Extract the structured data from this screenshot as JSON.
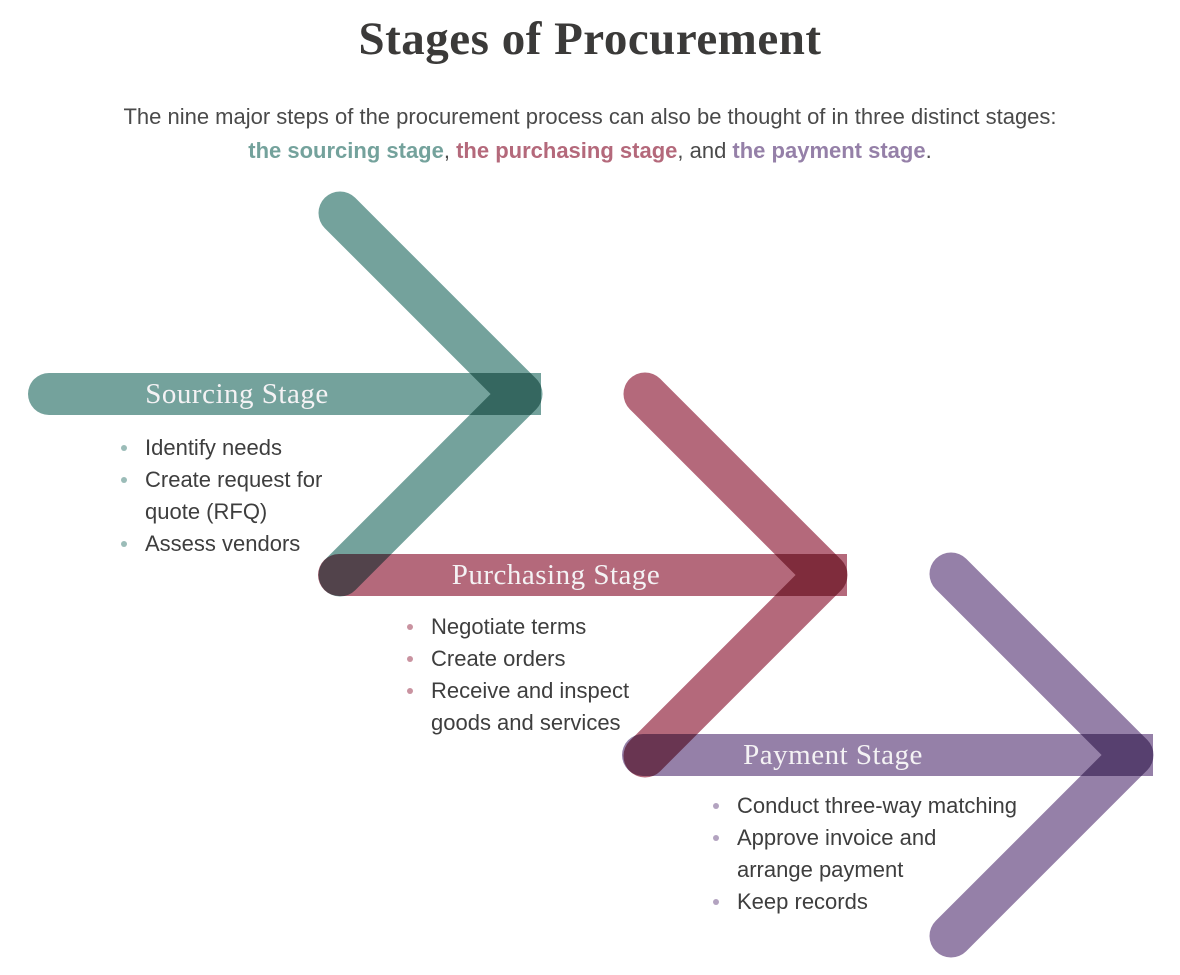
{
  "title": "Stages of Procurement",
  "subtitle": {
    "line1": "The nine major steps of the procurement process can also be thought of in three distinct stages:",
    "em_sourcing": "the sourcing stage",
    "sep1": ", ",
    "em_purchasing": "the purchasing stage",
    "sep2": ", and ",
    "em_payment": "the payment stage",
    "period": "."
  },
  "stages": [
    {
      "name": "Sourcing Stage",
      "color": "#74a29c",
      "items": [
        "Identify needs",
        "Create request for quote (RFQ)",
        "Assess vendors"
      ]
    },
    {
      "name": "Purchasing Stage",
      "color": "#b4697b",
      "items": [
        "Negotiate terms",
        "Create orders",
        "Receive and inspect goods and services"
      ]
    },
    {
      "name": "Payment Stage",
      "color": "#9580a8",
      "items": [
        "Conduct three-way matching",
        "Approve invoice and arrange payment",
        "Keep records"
      ]
    }
  ],
  "colors": {
    "title_text": "#3b3a39",
    "body_text": "#4a4a4a",
    "list_text": "#3e3e3e",
    "stage_label_text": "#f4f2f4",
    "background": "#ffffff"
  }
}
